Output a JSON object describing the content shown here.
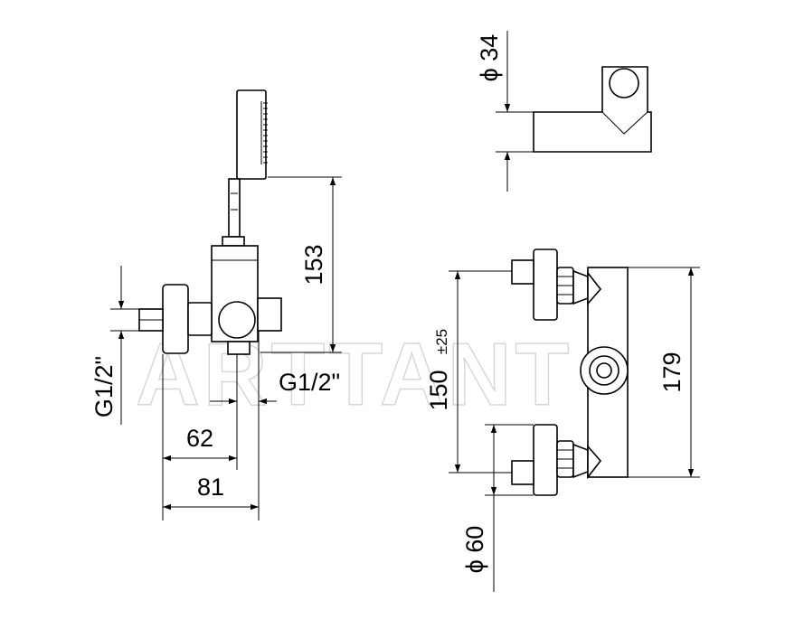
{
  "watermark": "ARTTANT",
  "side_view": {
    "dim_height": "153",
    "dim_thread_outlet": "G1/2\"",
    "dim_thread_inlet": "G1/2\"",
    "dim_depth_62": "62",
    "dim_depth_81": "81"
  },
  "holder_view": {
    "dim_diameter": "ϕ 34"
  },
  "front_view": {
    "dim_centers": "150",
    "dim_tolerance": "±25",
    "dim_total": "179",
    "dim_escutcheon": "ϕ 60"
  },
  "colors": {
    "line": "#000000",
    "watermark": "#d6d6d6",
    "background": "#ffffff"
  }
}
